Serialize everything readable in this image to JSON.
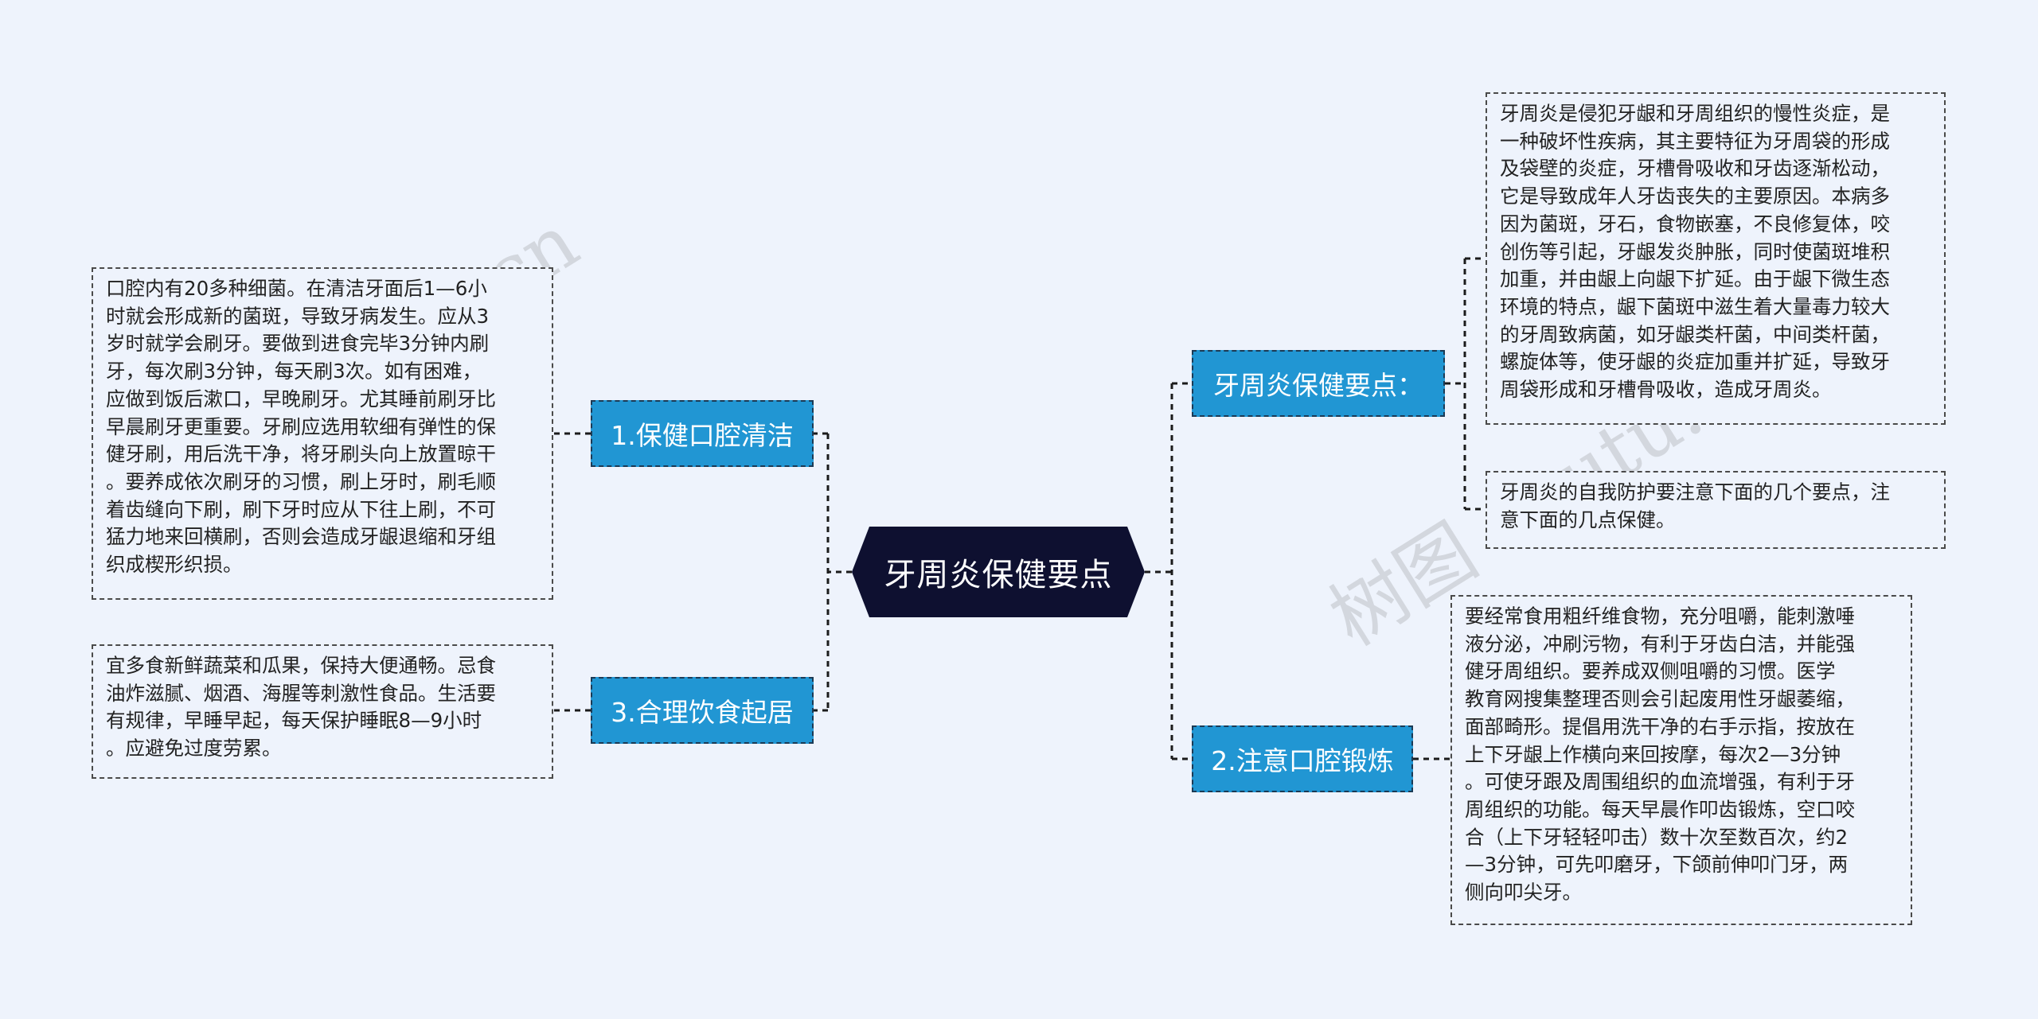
{
  "root": {
    "label": "牙周炎保健要点"
  },
  "branches": [
    {
      "label": "1.保健口腔清洁"
    },
    {
      "label": "3.合理饮食起居"
    },
    {
      "label": "牙周炎保健要点："
    },
    {
      "label": "2.注意口腔锻炼"
    }
  ],
  "leaves": {
    "left_1": [
      "口腔内有20多种细菌。在清洁牙面后1—6小",
      "时就会形成新的菌斑，导致牙病发生。应从3",
      "岁时就学会刷牙。要做到进食完毕3分钟内刷",
      "牙，每次刷3分钟，每天刷3次。如有困难，",
      "应做到饭后漱口，早晚刷牙。尤其睡前刷牙比",
      "早晨刷牙更重要。牙刷应选用软细有弹性的保",
      "健牙刷，用后洗干净，将牙刷头向上放置晾干",
      "。要养成依次刷牙的习惯，刷上牙时，刷毛顺",
      "着齿缝向下刷，刷下牙时应从下往上刷，不可",
      "猛力地来回横刷，否则会造成牙龈退缩和牙组",
      "织成楔形织损。"
    ],
    "left_2": [
      "宜多食新鲜蔬菜和瓜果，保持大便通畅。忌食",
      "油炸滋腻、烟酒、海腥等刺激性食品。生活要",
      "有规律，早睡早起，每天保护睡眠8—9小时",
      "。应避免过度劳累。"
    ],
    "right_1": [
      "牙周炎是侵犯牙龈和牙周组织的慢性炎症，是",
      "一种破坏性疾病，其主要特征为牙周袋的形成",
      "及袋壁的炎症，牙槽骨吸收和牙齿逐渐松动，",
      "它是导致成年人牙齿丧失的主要原因。本病多",
      "因为菌斑，牙石，食物嵌塞，不良修复体，咬",
      "创伤等引起，牙龈发炎肿胀，同时使菌斑堆积",
      "加重，并由龈上向龈下扩延。由于龈下微生态",
      "环境的特点，龈下菌斑中滋生着大量毒力较大",
      "的牙周致病菌，如牙龈类杆菌，中间类杆菌，",
      "螺旋体等，使牙龈的炎症加重并扩延，导致牙",
      "周袋形成和牙槽骨吸收，造成牙周炎。"
    ],
    "right_2": [
      "牙周炎的自我防护要注意下面的几个要点，注",
      "意下面的几点保健。"
    ],
    "right_3": [
      "要经常食用粗纤维食物，充分咀嚼，能刺激唾",
      "液分泌，冲刷污物，有利于牙齿白洁，并能强",
      "健牙周组织。要养成双侧咀嚼的习惯。医学",
      "教育网搜集整理否则会引起废用性牙龈萎缩，",
      "面部畸形。提倡用洗干净的右手示指，按放在",
      "上下牙龈上作横向来回按摩，每次2—3分钟",
      "。可使牙跟及周围组织的血流增强，有利于牙",
      "周组织的功能。每天早晨作叩齿锻炼，空口咬",
      "合（上下牙轻轻叩击）数十次至数百次，约2",
      "—3分钟，可先叩磨牙，下颌前伸叩门牙，两",
      "侧向叩尖牙。"
    ]
  },
  "watermarks": [
    "shutu.cn",
    "树图 shutu.cn"
  ],
  "colors": {
    "background": "#eef3fc",
    "root_fill": "#0e1030",
    "branch_fill": "#2196d3",
    "line": "#1b1b1b"
  }
}
